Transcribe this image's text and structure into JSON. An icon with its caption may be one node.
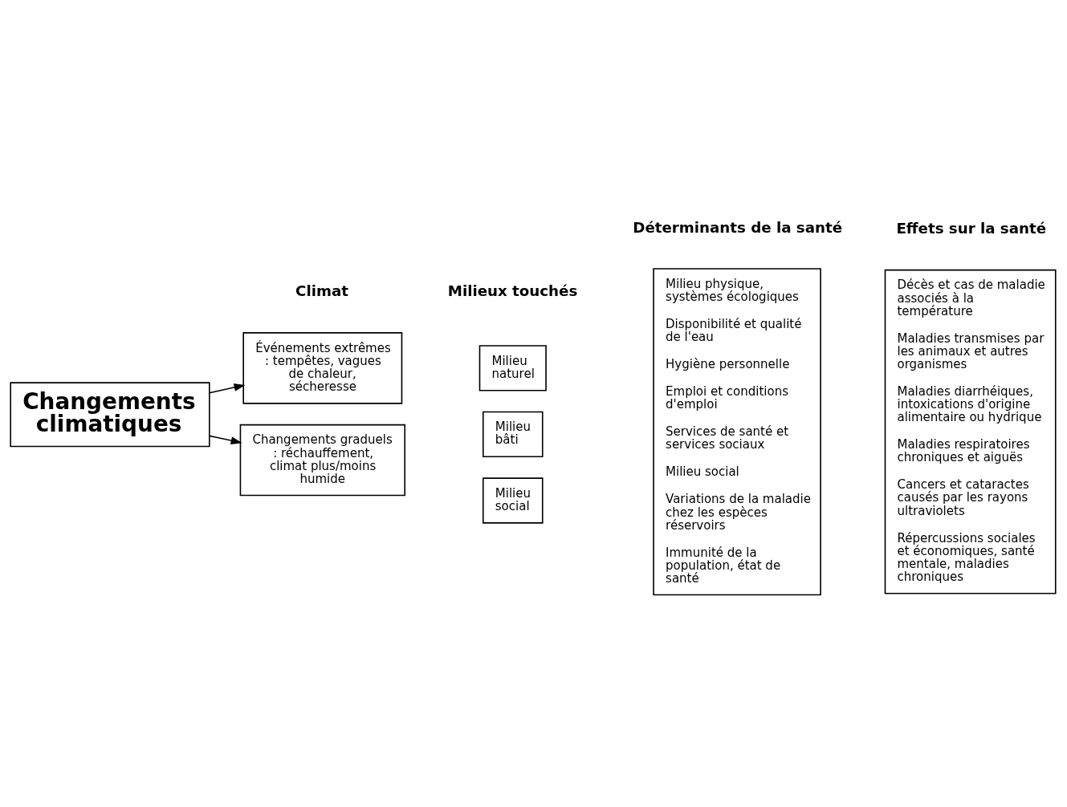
{
  "diagram": {
    "nodes": [
      {
        "text": [
          "Changements climatiques"
        ]
      },
      {
        "text": [
          "Événements extrêmes : tempêtes, vagues de chaleur, sécheresse"
        ]
      },
      {
        "text": [
          "Changements graduels : réchauffement, climat plus/moins humide"
        ]
      },
      {
        "text": [
          "Milieu naturel"
        ]
      },
      {
        "text": [
          "Milieu bâti"
        ]
      },
      {
        "text": [
          "Milieu social"
        ]
      },
      {
        "text": [
          "Milieu physique, systèmes écologiques",
          "Disponibilité et qualité de l'eau",
          "Hygiène personnelle",
          "Emploi et conditions d'emploi",
          "Services de santé et services sociaux",
          "Milieu social",
          "Variations de la maladie chez les espèces réservoirs",
          "Immunité de la population, état de santé"
        ]
      },
      {
        "text": [
          "Décès et cas de maladie associés à la température",
          "Maladies transmises par les animaux et autres organismes",
          "Maladies diarrhéiques, intoxications d'origine alimentaire ou hydrique",
          "Maladies respiratoires chroniques et aiguës",
          "Cancers et cataractes causés par les rayons ultraviolets",
          "Répercussions sociales et économiques, santé mentale, maladies chroniques"
        ]
      }
    ],
    "edges": [
      {
        "from": 0,
        "to": 1,
        "arrow": "to"
      },
      {
        "from": 0,
        "to": 2,
        "arrow": "to"
      }
    ],
    "labels": [
      "Climat",
      "Milieux touchés",
      "Déterminants de la santé",
      "Effets sur la santé"
    ]
  }
}
